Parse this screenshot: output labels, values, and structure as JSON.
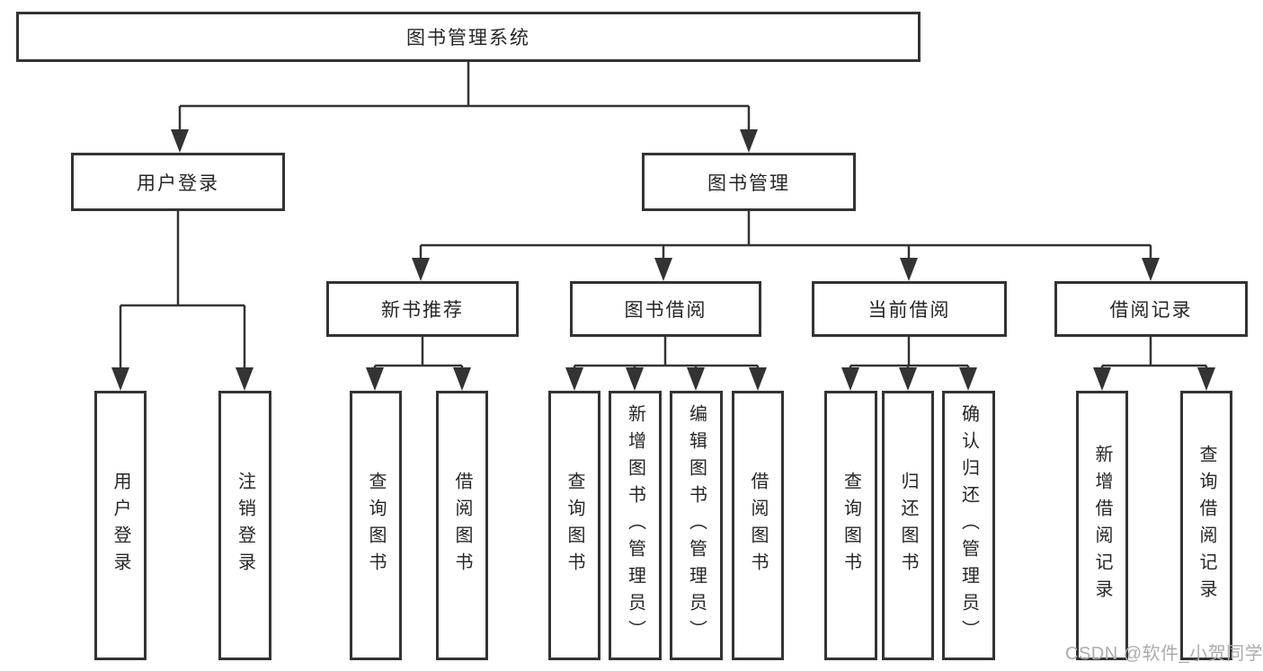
{
  "diagram": {
    "type": "hierarchy-tree",
    "title": "图书管理系统"
  },
  "tree": {
    "label": "图书管理系统",
    "children": [
      {
        "label": "用户登录",
        "children": [
          {
            "label": "用户登录"
          },
          {
            "label": "注销登录"
          }
        ]
      },
      {
        "label": "图书管理",
        "children": [
          {
            "label": "新书推荐",
            "children": [
              {
                "label": "查询图书"
              },
              {
                "label": "借阅图书"
              }
            ]
          },
          {
            "label": "图书借阅",
            "children": [
              {
                "label": "查询图书"
              },
              {
                "label": "新增图书（管理员）"
              },
              {
                "label": "编辑图书（管理员）"
              },
              {
                "label": "借阅图书"
              }
            ]
          },
          {
            "label": "当前借阅",
            "children": [
              {
                "label": "查询图书"
              },
              {
                "label": "归还图书"
              },
              {
                "label": "确认归还（管理员）"
              }
            ]
          },
          {
            "label": "借阅记录",
            "children": [
              {
                "label": "新增借阅记录"
              },
              {
                "label": "查询借阅记录"
              }
            ]
          }
        ]
      }
    ]
  },
  "watermark": {
    "text": "CSDN @软件_小贺同学",
    "color": "#acacac"
  },
  "colors": {
    "line": "#333333",
    "box_border": "#333333",
    "box_background": "#ffffff",
    "text": "#262626",
    "page_background": "#ffffff"
  }
}
